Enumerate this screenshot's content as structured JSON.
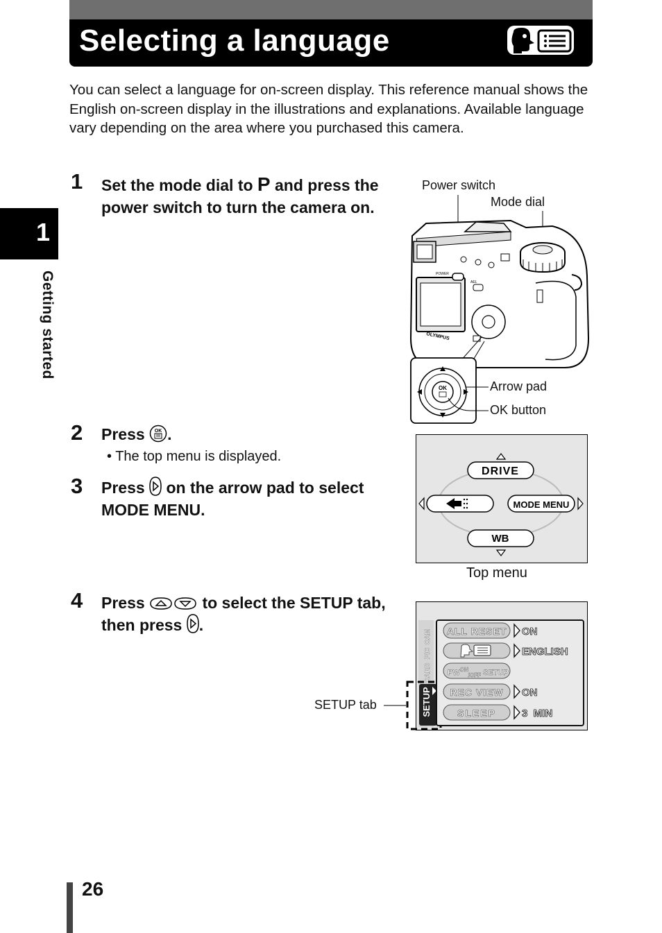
{
  "header": {
    "title": "Selecting a language"
  },
  "intro": "You can select a language for on-screen display. This reference manual shows the English on-screen display in the illustrations and explanations. Available language vary depending on the area where you purchased this camera.",
  "side_tab": {
    "number": "1",
    "label": "Getting started"
  },
  "steps": [
    {
      "number": "1",
      "text_a": "Set the mode dial to ",
      "mode_letter": "P",
      "text_b": " and press the power switch to turn the camera on."
    },
    {
      "number": "2",
      "text_a": "Press ",
      "text_b": ".",
      "bullet": "• The top menu is displayed."
    },
    {
      "number": "3",
      "text_a": "Press ",
      "text_b": " on the arrow pad to select MODE MENU."
    },
    {
      "number": "4",
      "text_a": "Press ",
      "text_b": " to select the SETUP tab, then press ",
      "text_c": "."
    }
  ],
  "figure_camera": {
    "callouts": {
      "power_switch": "Power switch",
      "mode_dial": "Mode dial",
      "arrow_pad": "Arrow pad",
      "ok_button": "OK button"
    },
    "camera_labels": {
      "brand": "OLYMPUS",
      "power": "POWER",
      "ael": "AEL",
      "ok": "OK"
    }
  },
  "figure_top_menu": {
    "caption": "Top menu",
    "items": {
      "up": "DRIVE",
      "right": "MODE  MENU",
      "down": "WB"
    }
  },
  "figure_setup": {
    "callout": "SETUP tab",
    "tabs": [
      "CAM",
      "PIC",
      "CARD",
      "SETUP"
    ],
    "rows": [
      {
        "label": "ALL  RESET",
        "value": "ON"
      },
      {
        "label": "",
        "value": "ENGLISH"
      },
      {
        "label_a": "PW",
        "label_sup": "ON",
        "label_sub": "/OFF",
        "label_b": " SETUP",
        "value": ""
      },
      {
        "label": "REC  VIEW",
        "value": "ON"
      },
      {
        "label": "SLEEP",
        "value": "3  MIN"
      }
    ]
  },
  "footer": {
    "page_number": "26"
  }
}
